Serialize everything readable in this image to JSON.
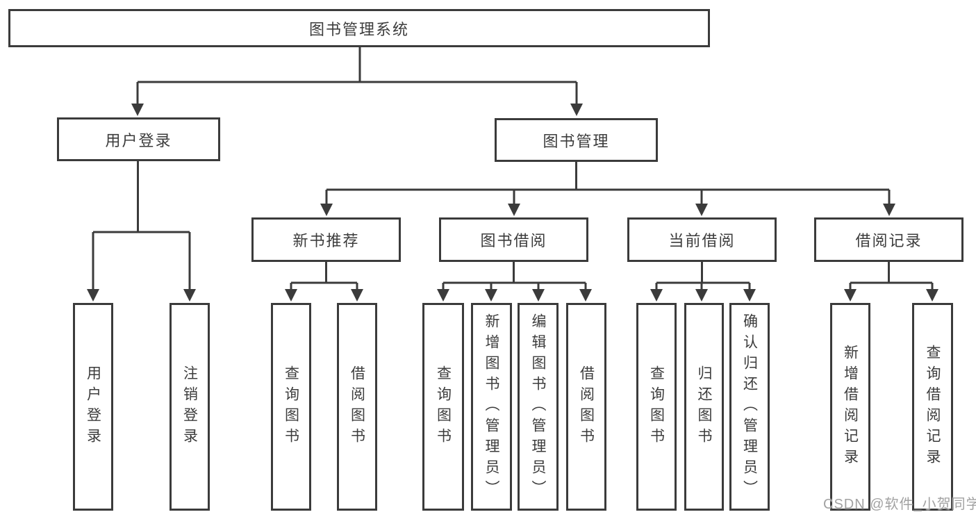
{
  "diagram_title": "图书管理系统",
  "watermark": "CSDN @软件_小贺同学",
  "colors": {
    "line": "#3b3b3b",
    "box_border": "#3b3b3b",
    "text": "#3c3c3c",
    "watermark": "#a2a2a2",
    "background": "#ffffff"
  },
  "nodes": [
    {
      "id": "root",
      "label": "图书管理系统",
      "parent": null,
      "orientation": "horizontal"
    },
    {
      "id": "user-login",
      "label": "用户登录",
      "parent": "root",
      "orientation": "horizontal"
    },
    {
      "id": "book-mgmt",
      "label": "图书管理",
      "parent": "root",
      "orientation": "horizontal"
    },
    {
      "id": "new-book-rec",
      "label": "新书推荐",
      "parent": "book-mgmt",
      "orientation": "horizontal"
    },
    {
      "id": "book-borrow",
      "label": "图书借阅",
      "parent": "book-mgmt",
      "orientation": "horizontal"
    },
    {
      "id": "current-borrow",
      "label": "当前借阅",
      "parent": "book-mgmt",
      "orientation": "horizontal"
    },
    {
      "id": "borrow-history",
      "label": "借阅记录",
      "parent": "book-mgmt",
      "orientation": "horizontal"
    },
    {
      "id": "leaf-user-login",
      "label": "用户登录",
      "parent": "user-login",
      "orientation": "vertical"
    },
    {
      "id": "leaf-logout",
      "label": "注销登录",
      "parent": "user-login",
      "orientation": "vertical"
    },
    {
      "id": "leaf-query-book-1",
      "label": "查询图书",
      "parent": "new-book-rec",
      "orientation": "vertical"
    },
    {
      "id": "leaf-borrow-book-1",
      "label": "借阅图书",
      "parent": "new-book-rec",
      "orientation": "vertical"
    },
    {
      "id": "leaf-query-book-2",
      "label": "查询图书",
      "parent": "book-borrow",
      "orientation": "vertical"
    },
    {
      "id": "leaf-add-book",
      "label": "新增图书（管理员）",
      "parent": "book-borrow",
      "orientation": "vertical"
    },
    {
      "id": "leaf-edit-book",
      "label": "编辑图书（管理员）",
      "parent": "book-borrow",
      "orientation": "vertical"
    },
    {
      "id": "leaf-borrow-book-2",
      "label": "借阅图书",
      "parent": "book-borrow",
      "orientation": "vertical"
    },
    {
      "id": "leaf-query-book-3",
      "label": "查询图书",
      "parent": "current-borrow",
      "orientation": "vertical"
    },
    {
      "id": "leaf-return-book",
      "label": "归还图书",
      "parent": "current-borrow",
      "orientation": "vertical"
    },
    {
      "id": "leaf-confirm-return",
      "label": "确认归还（管理员）",
      "parent": "current-borrow",
      "orientation": "vertical"
    },
    {
      "id": "leaf-add-borrow-record",
      "label": "新增借阅记录",
      "parent": "borrow-history",
      "orientation": "vertical"
    },
    {
      "id": "leaf-query-borrow-record",
      "label": "查询借阅记录",
      "parent": "borrow-history",
      "orientation": "vertical"
    }
  ]
}
